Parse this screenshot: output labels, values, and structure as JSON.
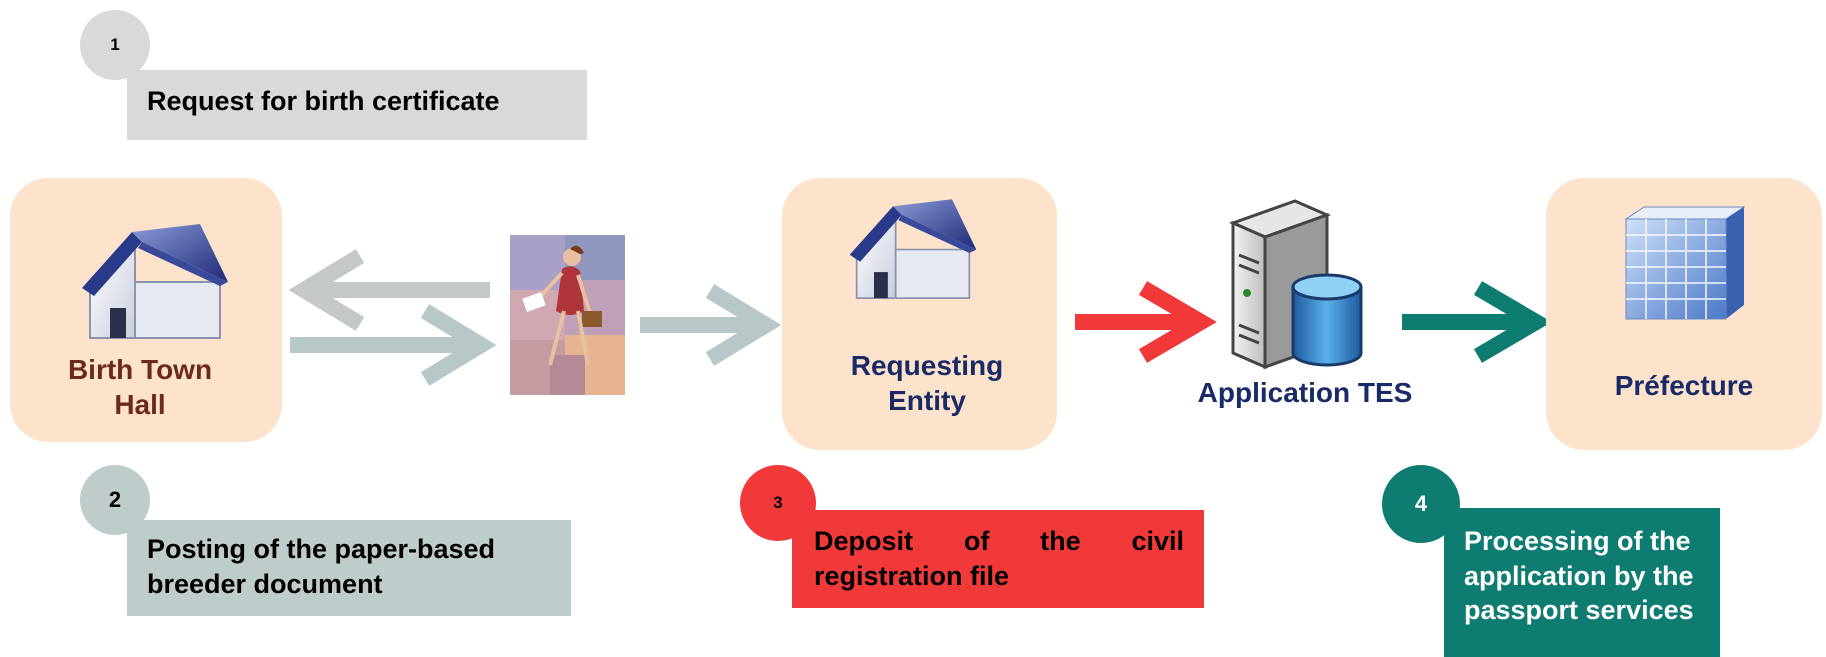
{
  "colors": {
    "node_fill": "#fde3cc",
    "step1": "#d9d9d9",
    "step2": "#bfcccc",
    "step3": "#f2393a",
    "step4": "#0f7c72",
    "arrow_grey": "#c4c8c8",
    "arrow_blue_grey": "#b8c8c8",
    "arrow_red": "#f2393a",
    "arrow_teal": "#0f7c72",
    "town_hall_text": "#6b2a1a",
    "navy_text": "#1a2a66"
  },
  "nodes": {
    "birth_town_hall": "Birth Town Hall",
    "requesting_entity": "Requesting Entity",
    "application_tes": "Application TES",
    "prefecture": "Préfecture"
  },
  "icons": {
    "birth_town_hall": "house-icon",
    "requesting_entity": "house-icon",
    "courier": "courier-woman-picture",
    "application_tes": "server-database-icon",
    "prefecture": "office-building-icon"
  },
  "steps": [
    {
      "number": "1",
      "text": "Request for birth certificate"
    },
    {
      "number": "2",
      "text": "Posting of the paper-based breeder document"
    },
    {
      "number": "3",
      "text": "Deposit of the civil registration file"
    },
    {
      "number": "4",
      "text": "Processing of the application by the passport services"
    }
  ]
}
